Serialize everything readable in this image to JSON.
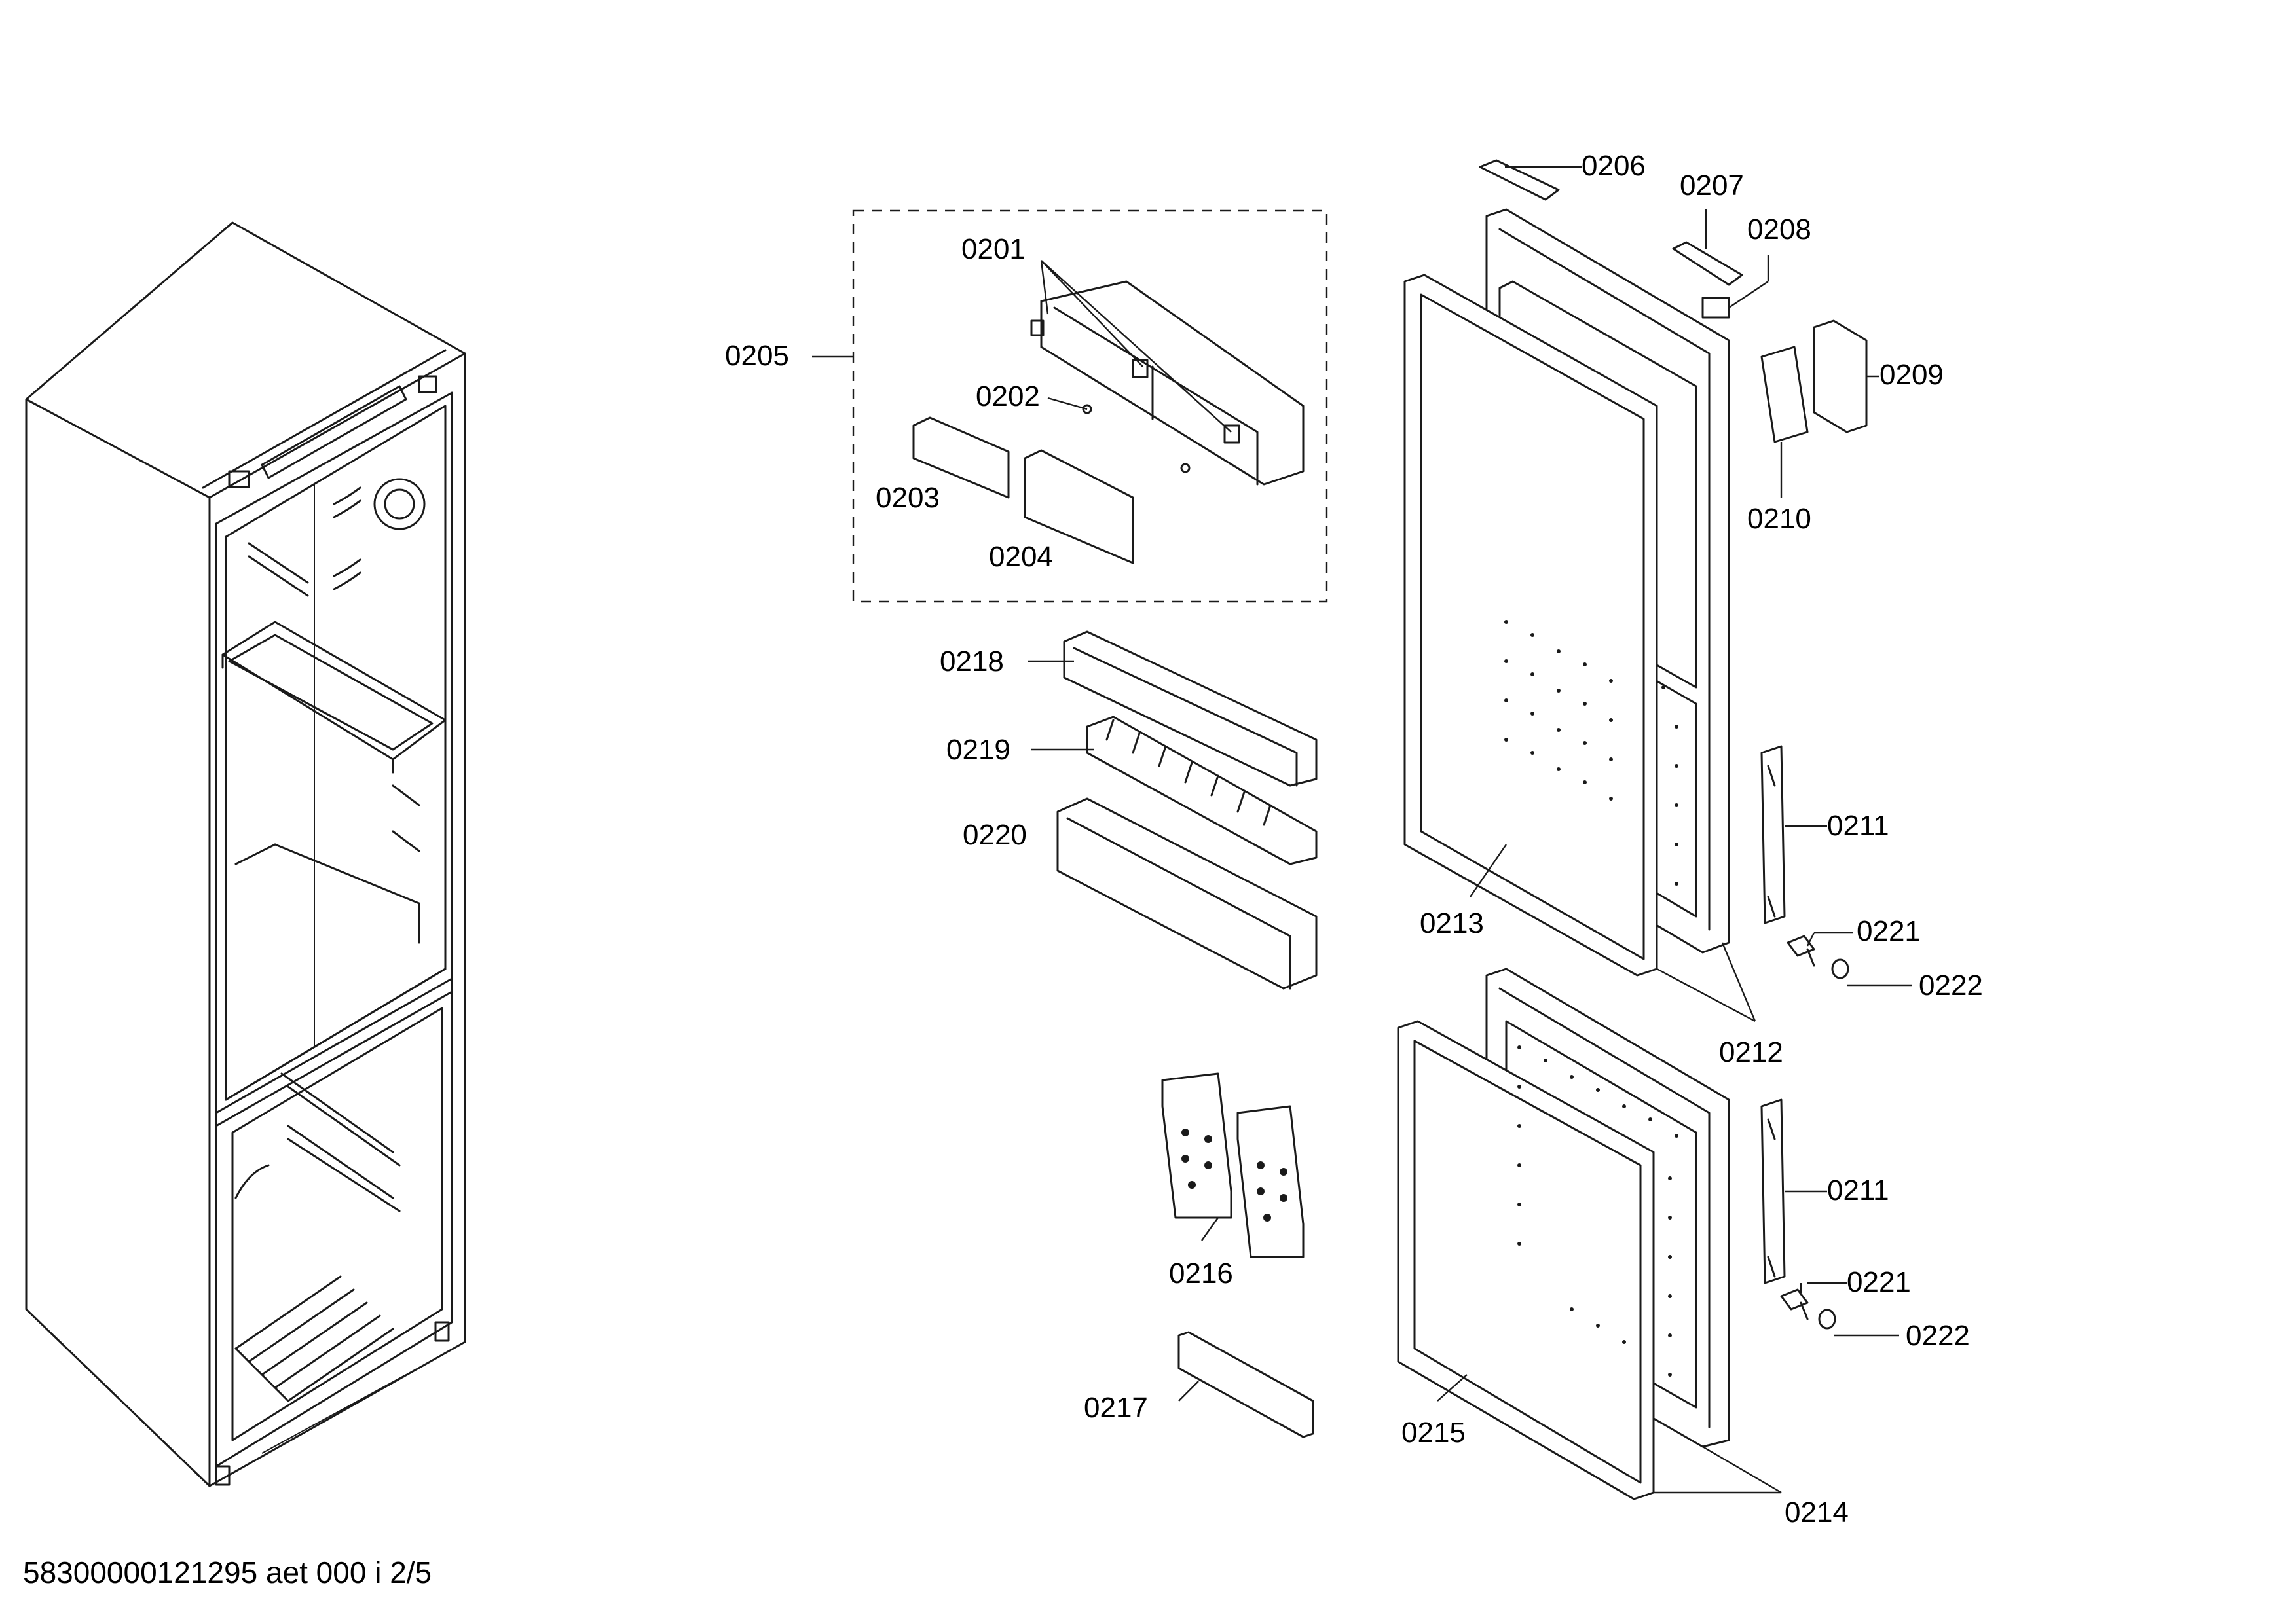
{
  "diagram": {
    "callouts": {
      "c0201": "0201",
      "c0202": "0202",
      "c0203": "0203",
      "c0204": "0204",
      "c0205": "0205",
      "c0206": "0206",
      "c0207": "0207",
      "c0208": "0208",
      "c0209": "0209",
      "c0210": "0210",
      "c0211a": "0211",
      "c0211b": "0211",
      "c0212": "0212",
      "c0213": "0213",
      "c0214": "0214",
      "c0215": "0215",
      "c0216": "0216",
      "c0217": "0217",
      "c0218": "0218",
      "c0219": "0219",
      "c0220": "0220",
      "c0221a": "0221",
      "c0221b": "0221",
      "c0222a": "0222",
      "c0222b": "0222"
    },
    "footer_text": "58300000121295 aet 000 i 2/5"
  }
}
